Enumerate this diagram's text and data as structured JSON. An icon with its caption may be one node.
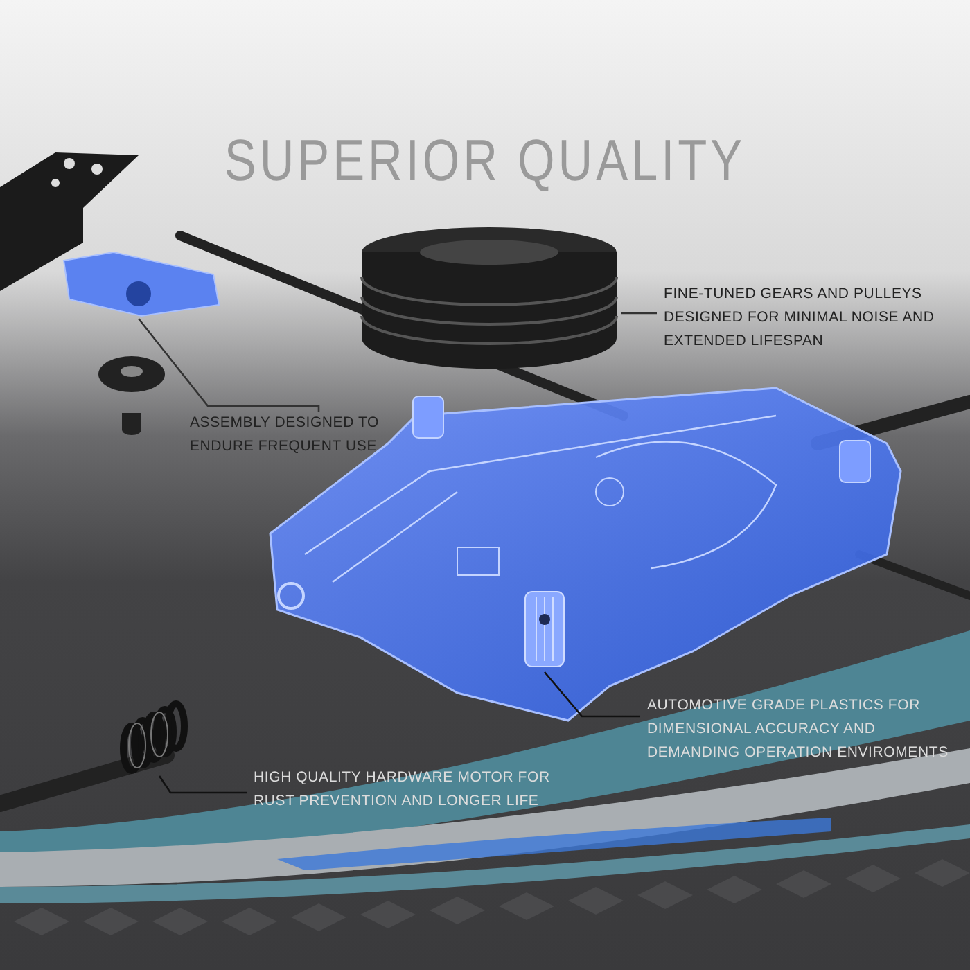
{
  "diagram": {
    "title": "SUPERIOR QUALITY",
    "nodes": [
      {
        "text": [
          "FINE-TUNED GEARS AND PULLEYS DESIGNED FOR MINIMAL NOISE AND EXTENDED LIFESPAN"
        ]
      },
      {
        "text": [],
        "shape": "picture"
      },
      {
        "text": [
          "ASSEMBLY DESIGNED TO ENDURE FREQUENT USE"
        ]
      },
      {
        "text": [],
        "shape": "picture"
      },
      {
        "text": [
          "AUTOMOTIVE GRADE PLASTICS FOR DIMENSIONAL ACCURACY AND DEMANDING OPERATION ENVIROMENTS"
        ]
      },
      {
        "text": [],
        "shape": "picture"
      },
      {
        "text": [
          "HIGH QUALITY HARDWARE MOTOR FOR RUST PREVENTION AND LONGER LIFE"
        ]
      },
      {
        "text": [],
        "shape": "picture"
      }
    ],
    "edges": [
      {
        "from": 0,
        "to": 1,
        "arrow": "none"
      },
      {
        "from": 2,
        "to": 3,
        "arrow": "none"
      },
      {
        "from": 4,
        "to": 5,
        "arrow": "none"
      },
      {
        "from": 6,
        "to": 7,
        "arrow": "none"
      }
    ]
  }
}
